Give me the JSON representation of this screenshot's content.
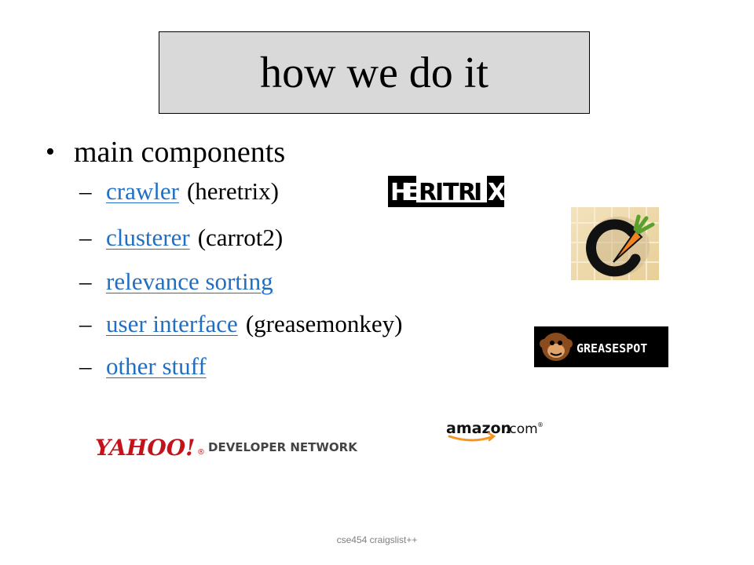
{
  "slide": {
    "title": "how we do it",
    "bullet": "main components",
    "items": [
      {
        "link": "crawler",
        "note": "(heretrix)"
      },
      {
        "link": "clusterer",
        "note": "(carrot2)"
      },
      {
        "link": "relevance sorting",
        "note": ""
      },
      {
        "link": "user interface",
        "note": "(greasemonkey)"
      },
      {
        "link": "other stuff",
        "note": ""
      }
    ],
    "footer": "cse454 craigslist++"
  },
  "logos": {
    "heritrix": {
      "letters": [
        "H",
        "E",
        "R",
        "I",
        "T",
        "R",
        "I",
        "X"
      ]
    },
    "greasespot": "GREASESPOT",
    "yahoo": {
      "brand": "YAHOO!",
      "reg": "®",
      "tagline": "DEVELOPER NETWORK"
    },
    "amazon": {
      "brand": "amazon",
      "suffix": ".com",
      "reg": "®"
    }
  },
  "colors": {
    "link": "#1f6fc5",
    "title_bg": "#d9d9d9",
    "yahoo_red": "#c4121a",
    "amazon_orange": "#f7941d",
    "carrot_orange": "#f5821f"
  }
}
